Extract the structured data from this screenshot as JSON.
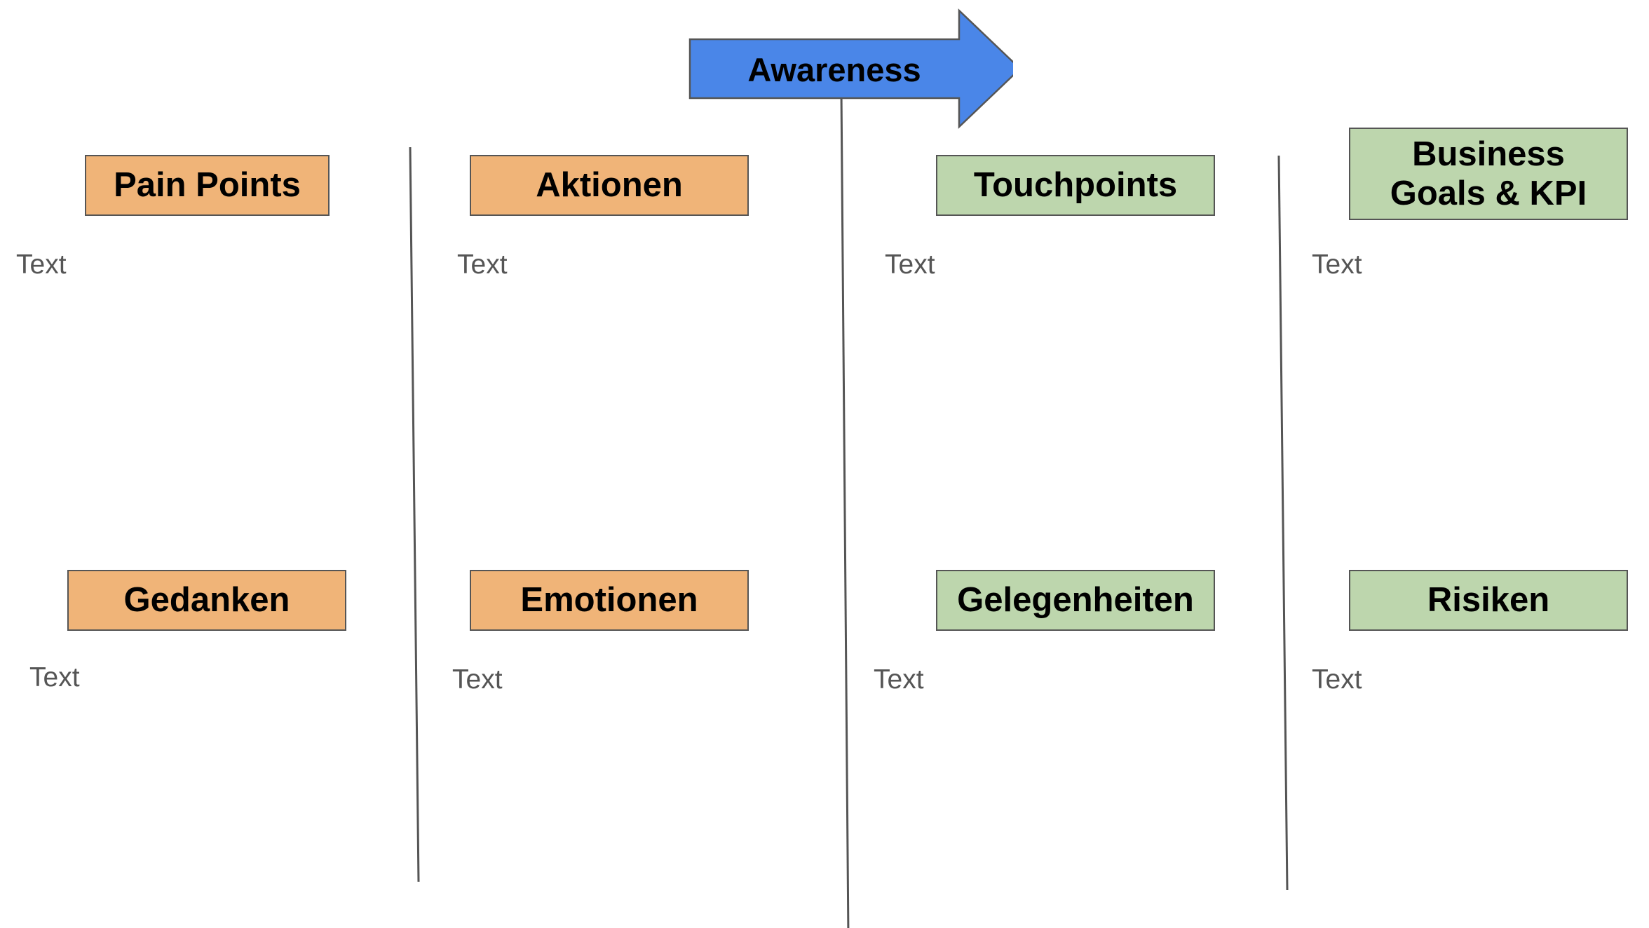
{
  "stage": {
    "label": "Awareness",
    "color": "#4a86e8"
  },
  "colors": {
    "customer": "#f0b478",
    "business": "#bdd6ad",
    "border": "#555555",
    "placeholder_text": "#555555"
  },
  "headers": {
    "pain_points": "Pain Points",
    "aktionen": "Aktionen",
    "touchpoints": "Touchpoints",
    "business_goals_line1": "Business",
    "business_goals_line2": "Goals & KPI",
    "gedanken": "Gedanken",
    "emotionen": "Emotionen",
    "gelegenheiten": "Gelegenheiten",
    "risiken": "Risiken"
  },
  "texts": {
    "pain_points": "Text",
    "aktionen": "Text",
    "touchpoints": "Text",
    "business_goals": "Text",
    "gedanken": "Text",
    "emotionen": "Text",
    "gelegenheiten": "Text",
    "risiken": "Text"
  }
}
